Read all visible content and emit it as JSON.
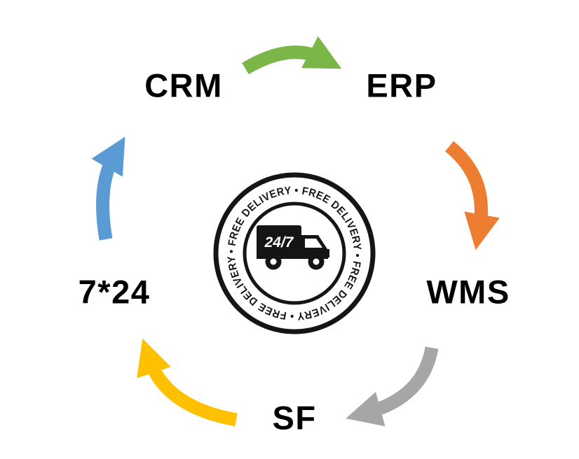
{
  "diagram": {
    "title": "free-delivery-process-cycle",
    "nodes": [
      {
        "id": "crm",
        "label": "CRM"
      },
      {
        "id": "erp",
        "label": "ERP"
      },
      {
        "id": "wms",
        "label": "WMS"
      },
      {
        "id": "sf",
        "label": "SF"
      },
      {
        "id": "seven24",
        "label": "7*24"
      }
    ],
    "arrows": [
      {
        "from": "CRM",
        "to": "ERP",
        "color": "#7ab648"
      },
      {
        "from": "ERP",
        "to": "WMS",
        "color": "#ed7d31"
      },
      {
        "from": "WMS",
        "to": "SF",
        "color": "#a6a6a6"
      },
      {
        "from": "SF",
        "to": "7*24",
        "color": "#ffc000"
      },
      {
        "from": "7*24",
        "to": "CRM",
        "color": "#5b9bd5"
      }
    ],
    "badge": {
      "ring_text": "• FREE DELIVERY • FREE DELIVERY • FREE DELIVERY • FREE DELIVERY",
      "truck_label": "24/7",
      "ink_color": "#151515"
    }
  }
}
